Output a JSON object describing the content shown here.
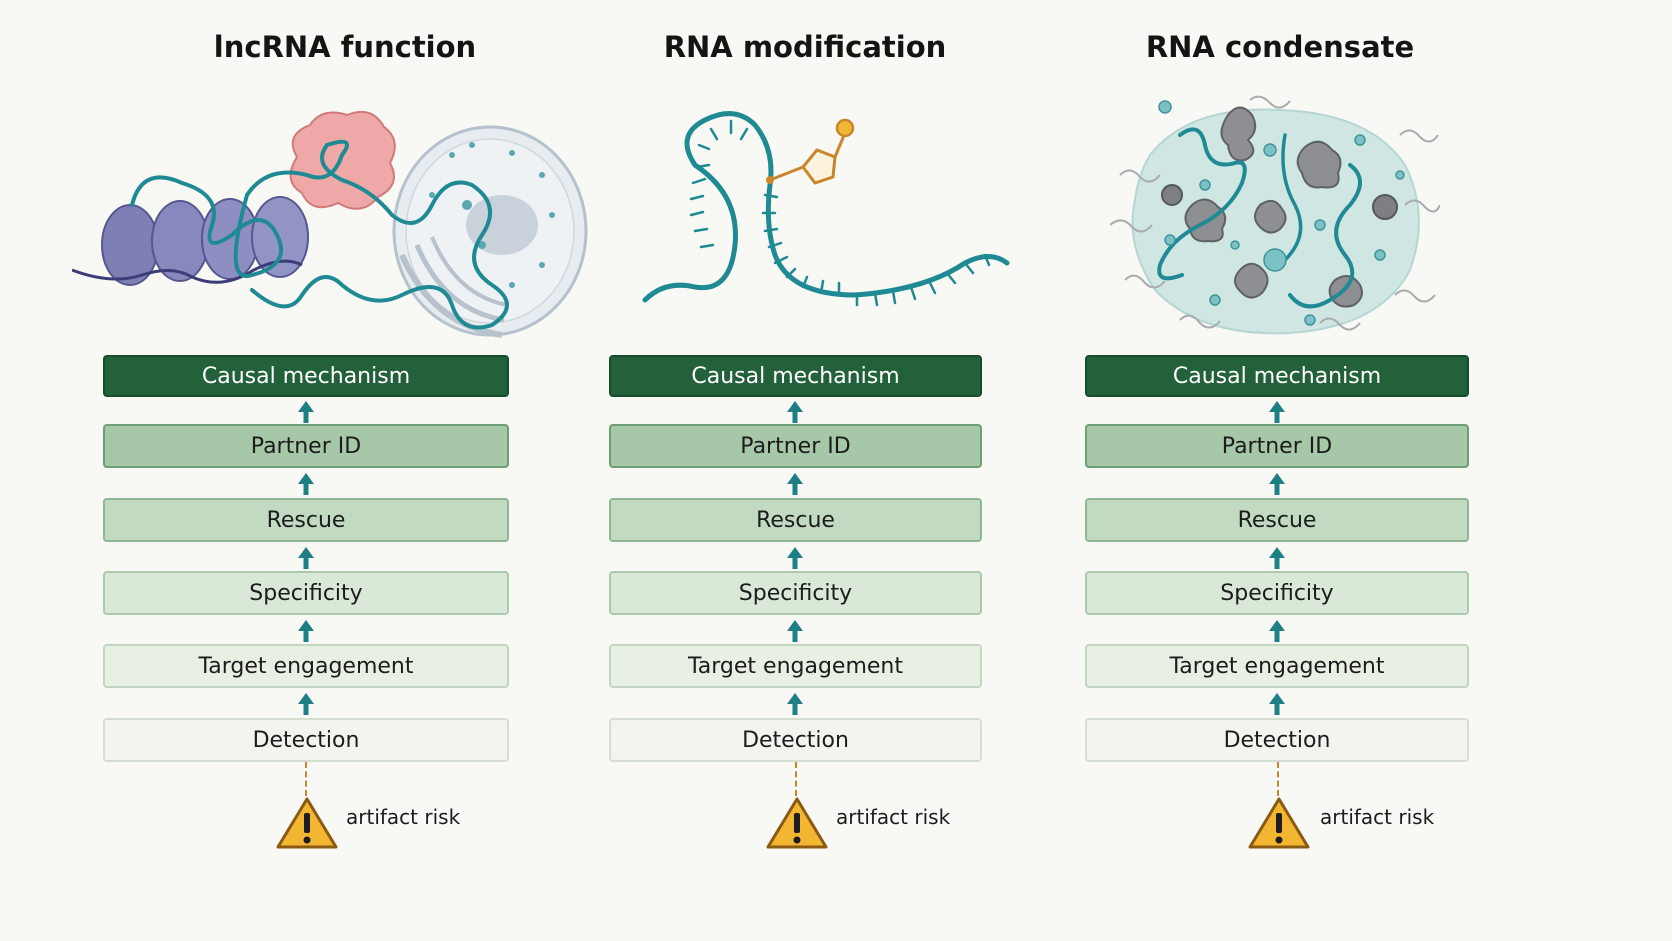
{
  "columns": [
    {
      "title": "lncRNA function",
      "illustration_icon": "lncrna-chromatin-protein-nucleus-icon",
      "levels": [
        "Causal mechanism",
        "Partner ID",
        "Rescue",
        "Specificity",
        "Target engagement",
        "Detection"
      ],
      "risk_label": "artifact risk"
    },
    {
      "title": "RNA modification",
      "illustration_icon": "rna-hairpin-modification-icon",
      "levels": [
        "Causal mechanism",
        "Partner ID",
        "Rescue",
        "Specificity",
        "Target engagement",
        "Detection"
      ],
      "risk_label": "artifact risk"
    },
    {
      "title": "RNA condensate",
      "illustration_icon": "rna-condensate-droplet-icon",
      "levels": [
        "Causal mechanism",
        "Partner ID",
        "Rescue",
        "Specificity",
        "Target engagement",
        "Detection"
      ],
      "risk_label": "artifact risk"
    }
  ],
  "colors": {
    "causal": "#23613b",
    "partner": "#a7c8a8",
    "rescue": "#c3dac2",
    "specificity": "#d9e8d7",
    "target": "#e8f0e4",
    "detection": "#f1f5ee",
    "arrow": "#1e7f85",
    "warning": "#f2b632",
    "rna_strand": "#1f8a94"
  }
}
